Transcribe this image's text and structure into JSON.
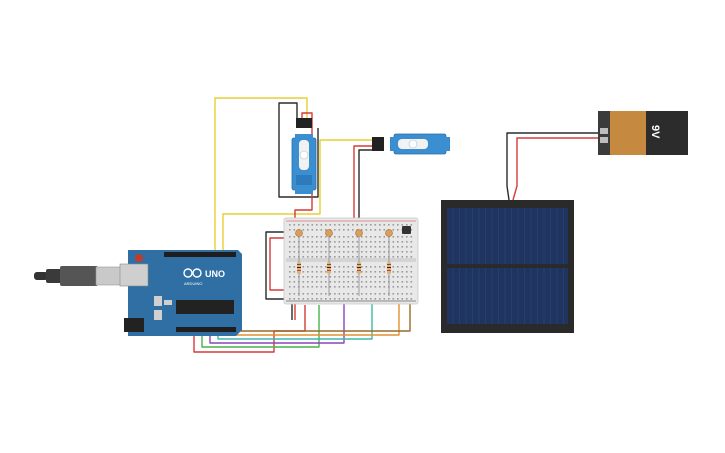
{
  "arduino": {
    "brand": "UNO",
    "sub_label": "ARDUINO",
    "board_color": "#2f6fa4"
  },
  "battery": {
    "label": "9V",
    "body_color": "#c58a3f",
    "cap_color": "#3b3b3b"
  },
  "solar_panel": {
    "frame_color": "#2a2a2a",
    "cell_color": "#1f3560"
  },
  "servos": [
    {
      "name": "servo-vertical",
      "body_color": "#3b8fd0"
    },
    {
      "name": "servo-horizontal",
      "body_color": "#3b8fd0"
    }
  ],
  "ldr_count": 4,
  "wire_colors": {
    "red": "#d63a3a",
    "black": "#2b2b2b",
    "yellow": "#e6cf34",
    "green": "#47b34a",
    "purple": "#8a44b8",
    "teal": "#3fb8a8",
    "orange": "#e3902e",
    "brown": "#9a6a2a"
  },
  "usb_cable_color": "#3a3a3a"
}
